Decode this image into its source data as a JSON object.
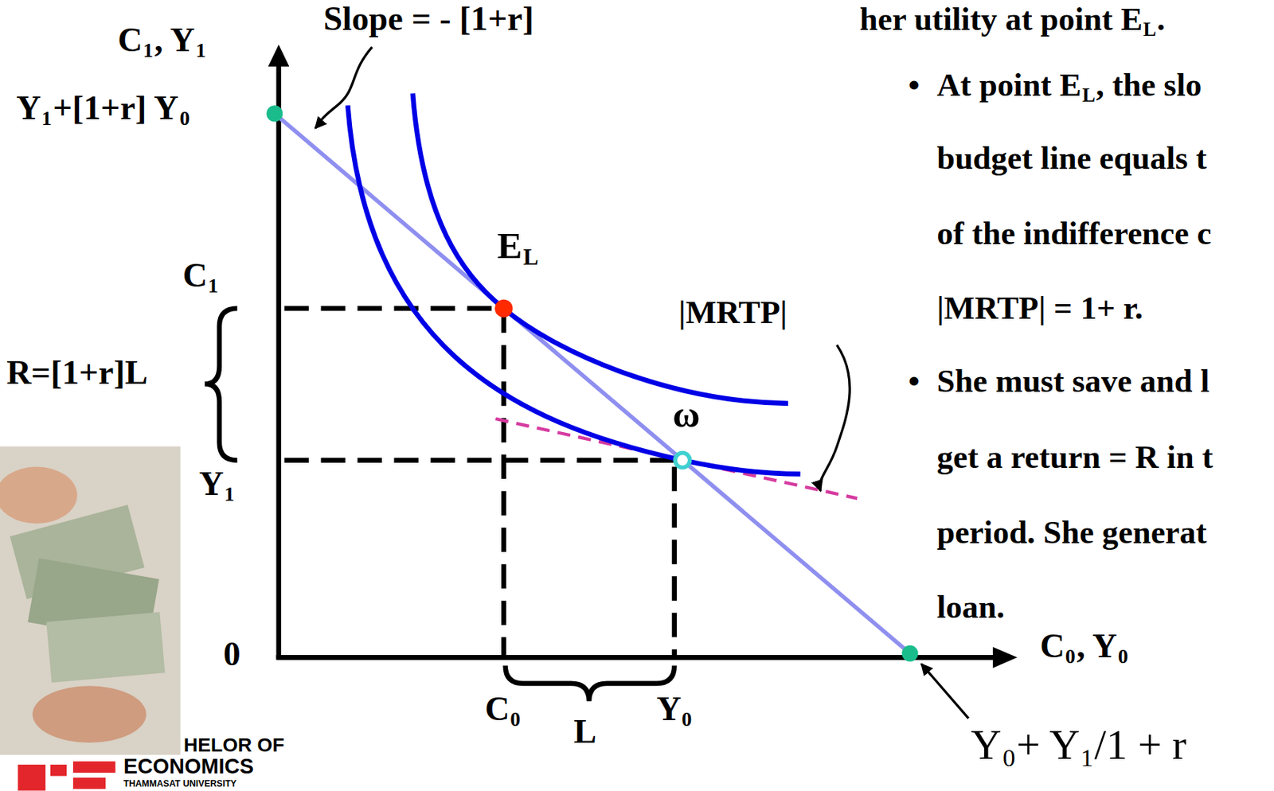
{
  "diagram": {
    "labels": [
      "C",
      "1",
      ", Y",
      "1",
      "Slope = - [1+r]",
      "Y",
      "1",
      "+[1+r] Y",
      "0",
      "E",
      "L",
      "C",
      "1",
      "R=[1+r]L",
      "|MRTP|",
      "ω",
      "Y",
      "1",
      "0",
      "C",
      "0",
      ", Y",
      "0",
      "C",
      "0",
      "L",
      "Y",
      "0",
      "Y",
      "0",
      "+ Y",
      "1",
      "/1 + r",
      "her utility at point E",
      "L",
      ".",
      "•",
      "At point E",
      "L",
      ", the slo",
      "budget line equals t",
      "of the indifference c",
      "|MRTP| = 1+ r.",
      "•",
      "She must save and l",
      "get a return = R in t",
      "period. She generat",
      "loan.",
      "HELOR OF",
      "ECONOMICS",
      "THAMMASAT UNIVERSITY"
    ]
  }
}
